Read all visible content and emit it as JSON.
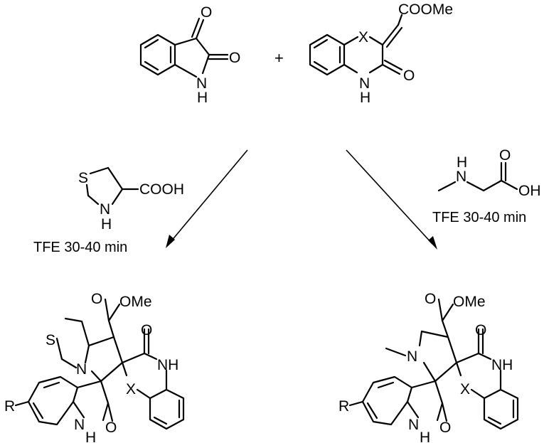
{
  "reactant_isatin": {
    "o_keto": "O",
    "o_lactam": "O",
    "nh": "N",
    "h": "H"
  },
  "plus": "+",
  "reactant_quinoxalinone": {
    "ester": "COOMe",
    "x": "X",
    "o": "O",
    "nh": "N",
    "h": "H"
  },
  "left_reagent": {
    "s": "S",
    "n": "N",
    "h": "H",
    "acid": "COOH"
  },
  "left_condition": "TFE 30-40 min",
  "right_reagent": {
    "nh": "N",
    "h": "H",
    "o": "O",
    "oh": "OH"
  },
  "right_condition": "TFE 30-40 min",
  "product_left": {
    "ester_o": "O",
    "ome": "OMe",
    "s": "S",
    "n": "N",
    "amide_o": "O",
    "nh": "NH",
    "x": "X",
    "r": "R",
    "indole_nh": "N",
    "indole_h": "H",
    "indole_o": "O"
  },
  "product_right": {
    "ester_o": "O",
    "ome": "OMe",
    "n": "N",
    "amide_o": "O",
    "nh": "NH",
    "x": "X",
    "r": "R",
    "indole_nh": "N",
    "indole_h": "H",
    "indole_o": "O"
  }
}
